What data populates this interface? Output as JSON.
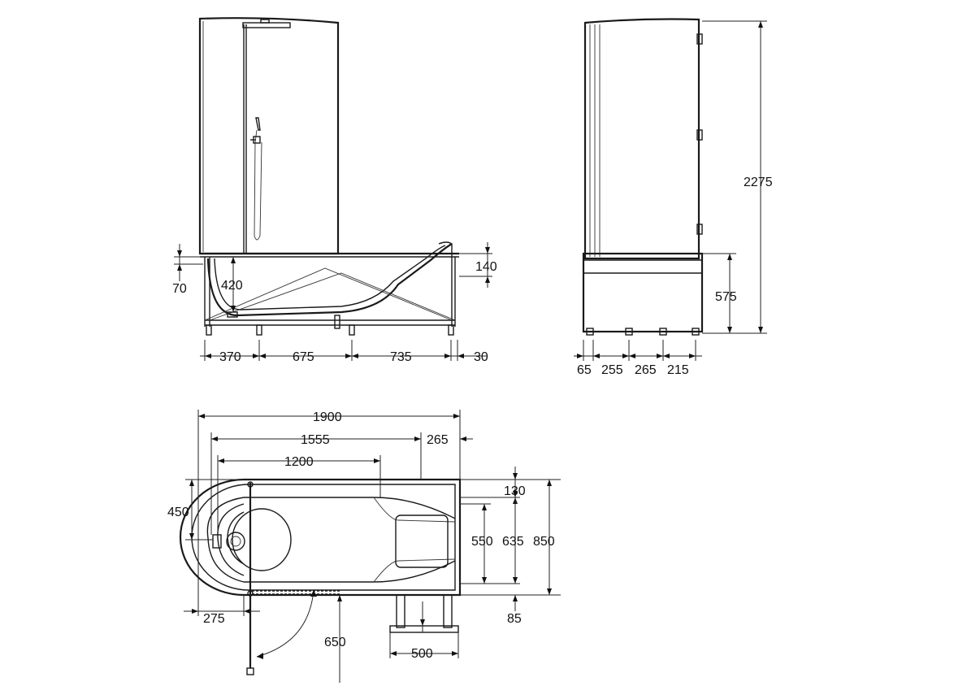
{
  "front_view": {
    "dims": {
      "d370": "370",
      "d675": "675",
      "d735": "735",
      "d30": "30",
      "d70": "70",
      "d420": "420",
      "d140": "140"
    }
  },
  "side_view": {
    "dims": {
      "d2275": "2275",
      "d575": "575",
      "d65": "65",
      "d255": "255",
      "d265": "265",
      "d215": "215"
    }
  },
  "plan_view": {
    "dims": {
      "d1900": "1900",
      "d1555": "1555",
      "d265": "265",
      "d1200": "1200",
      "d450": "450",
      "d130": "130",
      "d550": "550",
      "d635": "635",
      "d850": "850",
      "d85": "85",
      "d275": "275",
      "d650": "650",
      "d500": "500"
    }
  }
}
